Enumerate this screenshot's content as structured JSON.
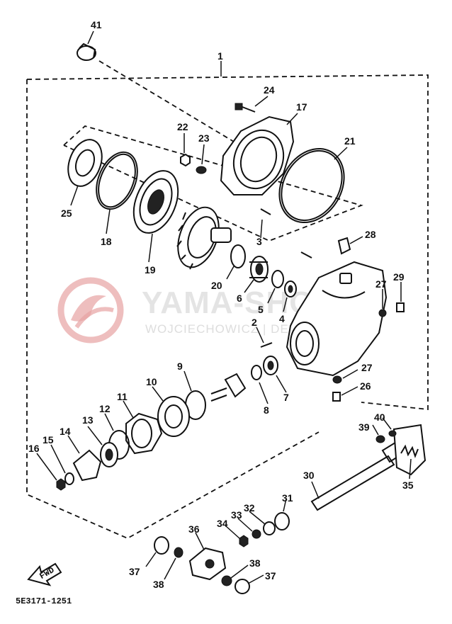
{
  "diagram": {
    "part_labels": {
      "p1": "1",
      "p2": "2",
      "p3": "3",
      "p4": "4",
      "p5": "5",
      "p6": "6",
      "p7": "7",
      "p8": "8",
      "p9": "9",
      "p10": "10",
      "p11": "11",
      "p12": "12",
      "p13": "13",
      "p14": "14",
      "p15": "15",
      "p16": "16",
      "p17": "17",
      "p18": "18",
      "p19": "19",
      "p20": "20",
      "p21": "21",
      "p22": "22",
      "p23": "23",
      "p24": "24",
      "p25": "25",
      "p26": "26",
      "p27a": "27",
      "p27b": "27",
      "p28": "28",
      "p29": "29",
      "p30": "30",
      "p31": "31",
      "p32": "32",
      "p33": "33",
      "p34": "34",
      "p35": "35",
      "p36": "36",
      "p37a": "37",
      "p37b": "37",
      "p38a": "38",
      "p38b": "38",
      "p39": "39",
      "p40": "40",
      "p41": "41"
    },
    "figure_code": "5E3171-1251",
    "front_arrow": "FWD"
  },
  "watermark": {
    "main": "YAMA-SHOP.PL",
    "sub": "WOJCIECHOWICZ | DEALER YAMAHA",
    "color": "#e7a3a3"
  }
}
